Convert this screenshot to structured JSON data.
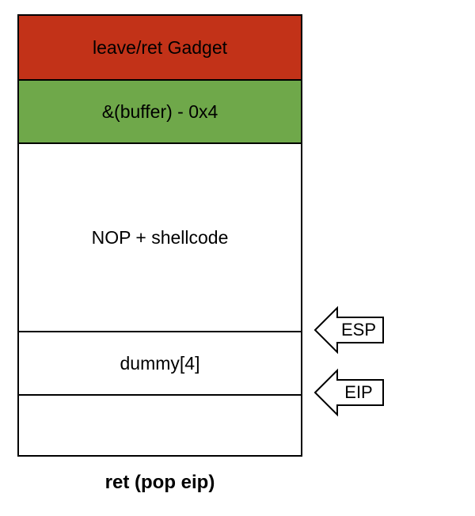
{
  "stack": {
    "cells": [
      {
        "label": "leave/ret Gadget",
        "fill": "#c23218"
      },
      {
        "label": "&(buffer) - 0x4",
        "fill": "#6fa84a"
      },
      {
        "label": "NOP + shellcode",
        "fill": "#ffffff"
      },
      {
        "label": "dummy[4]",
        "fill": "#ffffff"
      },
      {
        "label": "",
        "fill": "#ffffff"
      }
    ]
  },
  "pointers": {
    "esp": {
      "label": "ESP",
      "icon": "left-arrow-icon"
    },
    "eip": {
      "label": "EIP",
      "icon": "left-arrow-icon"
    }
  },
  "caption": "ret (pop eip)"
}
